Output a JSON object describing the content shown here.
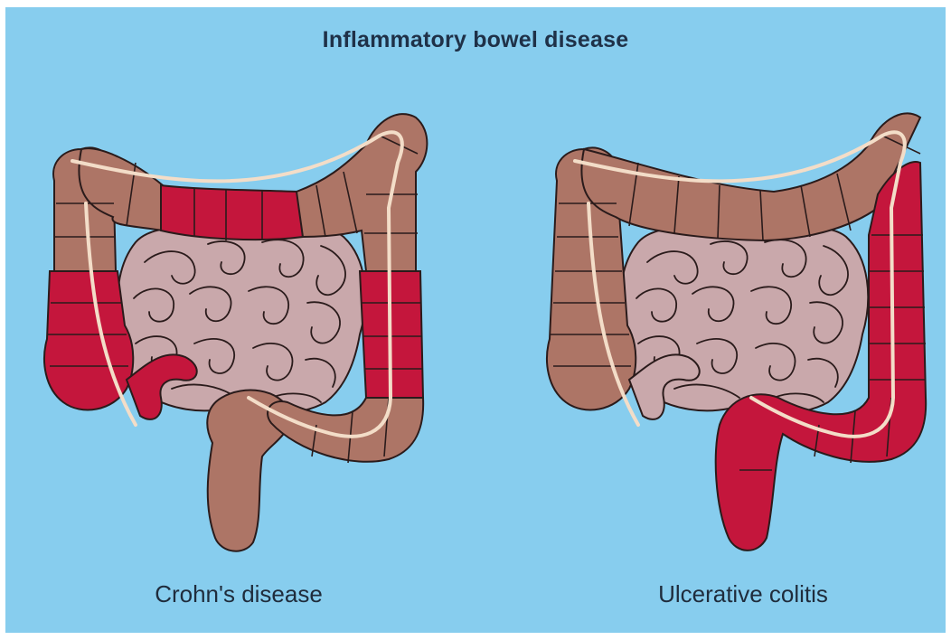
{
  "title": "Inflammatory bowel disease",
  "diagrams": [
    {
      "caption": "Crohn's disease"
    },
    {
      "caption": "Ulcerative colitis"
    }
  ],
  "colors": {
    "background": "#87cdee",
    "healthy_colon": "#ad7566",
    "inflamed_colon": "#c4163c",
    "small_intestine": "#c9a8ab",
    "outline": "#2a1b1b",
    "taenia_band": "#f3ddc8"
  }
}
